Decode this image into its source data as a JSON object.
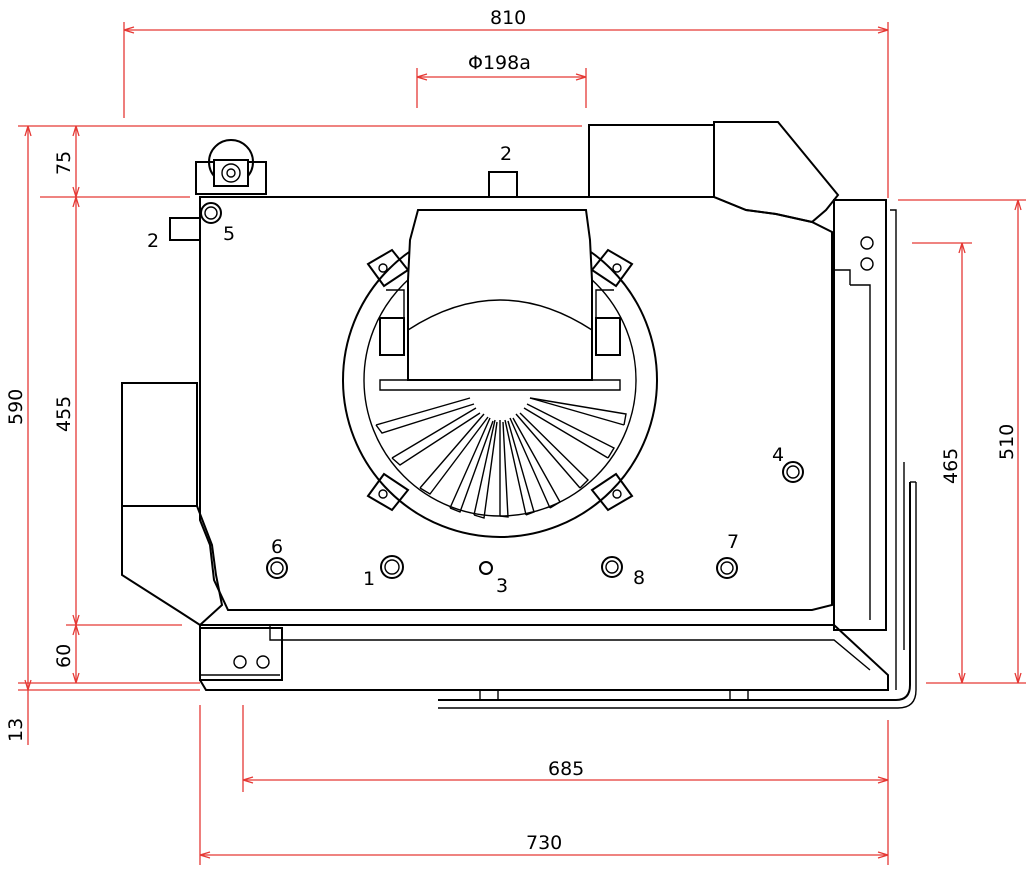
{
  "colors": {
    "outline": "#000000",
    "dimension": "#e53935",
    "background": "#ffffff"
  },
  "dimensions": {
    "top_width": "810",
    "flue_diameter": "Φ198a",
    "total_height": "590",
    "top_offset": "75",
    "body_height": "455",
    "bottom_offset": "60",
    "base_offset": "13",
    "right_height": "510",
    "right_inner_height": "465",
    "inner_width": "685",
    "base_width": "730"
  },
  "labels": {
    "p1": "1",
    "p2_top": "2",
    "p2_side": "2",
    "p3": "3",
    "p4": "4",
    "p5": "5",
    "p6": "6",
    "p7": "7",
    "p8": "8"
  }
}
